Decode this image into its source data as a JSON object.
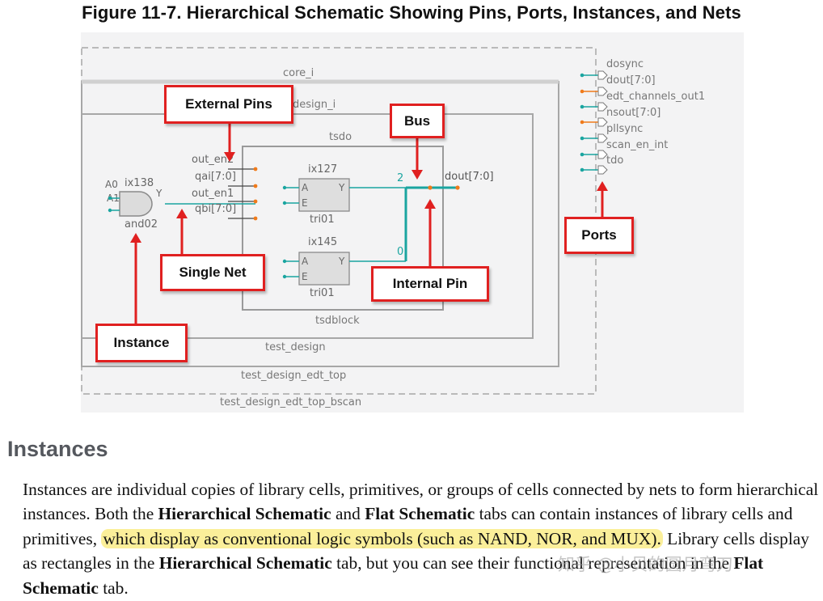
{
  "figure": {
    "title": "Figure 11-7. Hierarchical Schematic Showing Pins, Ports, Instances, and Nets"
  },
  "schematic": {
    "frames": {
      "core": "core_i",
      "design": "design_i",
      "tsdo": "tsdo",
      "tsdblock": "tsdblock",
      "test_design": "test_design",
      "edt_top": "test_design_edt_top",
      "bscan": "test_design_edt_top_bscan"
    },
    "and_gate": {
      "name": "ix138",
      "cell": "and02",
      "pin_a0": "A0",
      "pin_a1": "A1",
      "pin_y": "Y"
    },
    "tsdo_pins": [
      "out_en2",
      "qai[7:0]",
      "out_en1",
      "qbi[7:0]"
    ],
    "tri_top": {
      "name": "ix127",
      "cell": "tri01",
      "pin_a": "A",
      "pin_e": "E",
      "pin_y": "Y",
      "bus_index": "2"
    },
    "tri_bottom": {
      "name": "ix145",
      "cell": "tri01",
      "pin_a": "A",
      "pin_e": "E",
      "pin_y": "Y",
      "bus_index": "0"
    },
    "dout_pin": "dout[7:0]",
    "ports": [
      "dosync",
      "dout[7:0]",
      "edt_channels_out1",
      "nsout[7:0]",
      "pllsync",
      "scan_en_int",
      "tdo"
    ],
    "colors": {
      "net": "#1aa5a0",
      "orange_pin": "#f07a1a",
      "frame": "#a7a7a7",
      "callout_border": "#e02020",
      "highlight": "#fbef9a"
    }
  },
  "callouts": {
    "external_pins": "External Pins",
    "bus": "Bus",
    "single_net": "Single Net",
    "internal_pin": "Internal Pin",
    "instance": "Instance",
    "ports": "Ports"
  },
  "section": {
    "heading": "Instances",
    "p1": "Instances are individual copies of library cells, primitives, or groups of cells connected by nets to form hierarchical instances. Both the ",
    "b1": "Hierarchical Schematic",
    "p2": " and ",
    "b2": "Flat Schematic",
    "p3": " tabs can contain instances of library cells and primitives, ",
    "highlight": "which display as conventional logic symbols (such as NAND, NOR, and MUX).",
    "p4": " Library cells display as rectangles in the ",
    "b3": "Hierarchical Schematic",
    "p5": " tab, but you can see their functional representation in the ",
    "b4": "Flat Schematic",
    "p6": " tab."
  },
  "watermark": "知乎 @小贝的圆月弯刀"
}
